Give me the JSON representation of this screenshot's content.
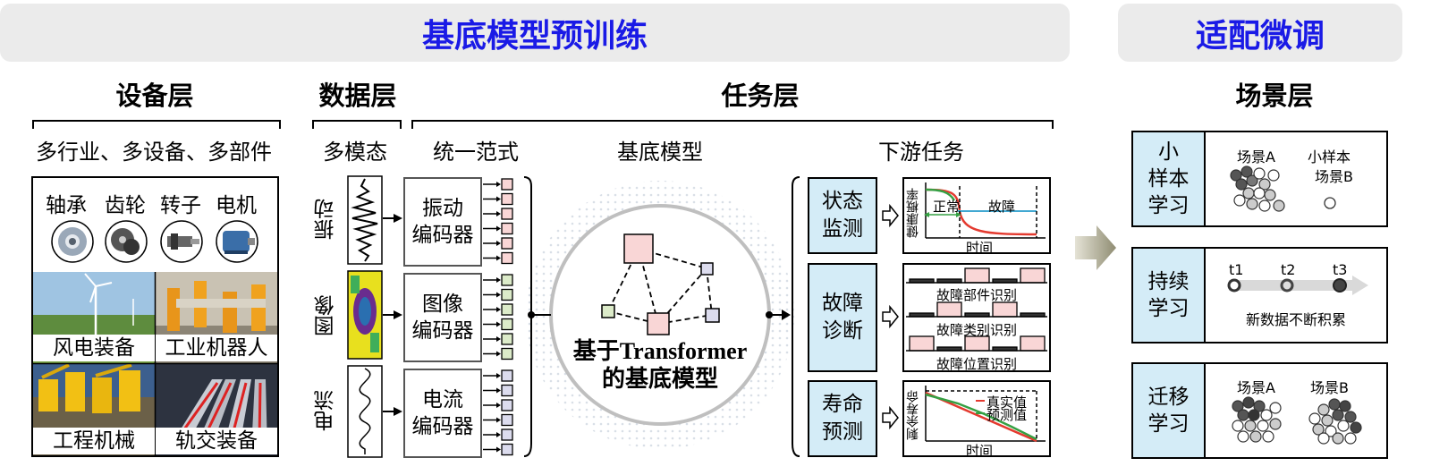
{
  "banners": {
    "pretrain": "基底模型预训练",
    "finetune": "适配微调"
  },
  "layers": {
    "device": "设备层",
    "data": "数据层",
    "task": "任务层",
    "scene": "场景层"
  },
  "subheads": {
    "device": "多行业、多设备、多部件",
    "modality": "多模态",
    "paradigm": "统一范式",
    "base_model": "基底模型",
    "downstream": "下游任务"
  },
  "components": [
    "轴承",
    "齿轮",
    "转子",
    "电机"
  ],
  "equipment": [
    "风电装备",
    "工业机器人",
    "工程机械",
    "轨交装备"
  ],
  "modalities": [
    "振动",
    "图像",
    "电流"
  ],
  "encoders": [
    {
      "line1": "振动",
      "line2": "编码器",
      "color": "#f9d6d6"
    },
    {
      "line1": "图像",
      "line2": "编码器",
      "color": "#dcebc9"
    },
    {
      "line1": "电流",
      "line2": "编码器",
      "color": "#dcdcee"
    }
  ],
  "model": {
    "line1": "基于Transformer",
    "line2": "的基底模型"
  },
  "tasks": [
    {
      "line1": "状态",
      "line2": "监测"
    },
    {
      "line1": "故障",
      "line2": "诊断"
    },
    {
      "line1": "寿命",
      "line2": "预测"
    }
  ],
  "monitor_plot": {
    "ylabel": "健康概率",
    "xlabel": "时间",
    "normal": "正常",
    "fault": "故障"
  },
  "diagnosis": {
    "part": "故障部件识别",
    "type": "故障类别识别",
    "location": "故障位置识别"
  },
  "rul_plot": {
    "ylabel": "剩余寿命",
    "xlabel": "时间",
    "true": "真实值",
    "pred": "预测值"
  },
  "scenes": [
    {
      "line1": "小",
      "line2": "样本",
      "line3": "学习",
      "a": "场景A",
      "b1": "小样本",
      "b2": "场景B"
    },
    {
      "line1": "持续",
      "line2": "学习",
      "t1": "t1",
      "t2": "t2",
      "t3": "t3",
      "caption": "新数据不断积累"
    },
    {
      "line1": "迁移",
      "line2": "学习",
      "a": "场景A",
      "b": "场景B"
    }
  ],
  "colors": {
    "accent": "#1a1ae6",
    "banner_bg": "#ebebeb",
    "task_bg": "#d4ecf7",
    "model_red": "#f9d6d6",
    "model_green": "#dcebc9",
    "model_purple": "#dcdcee"
  }
}
